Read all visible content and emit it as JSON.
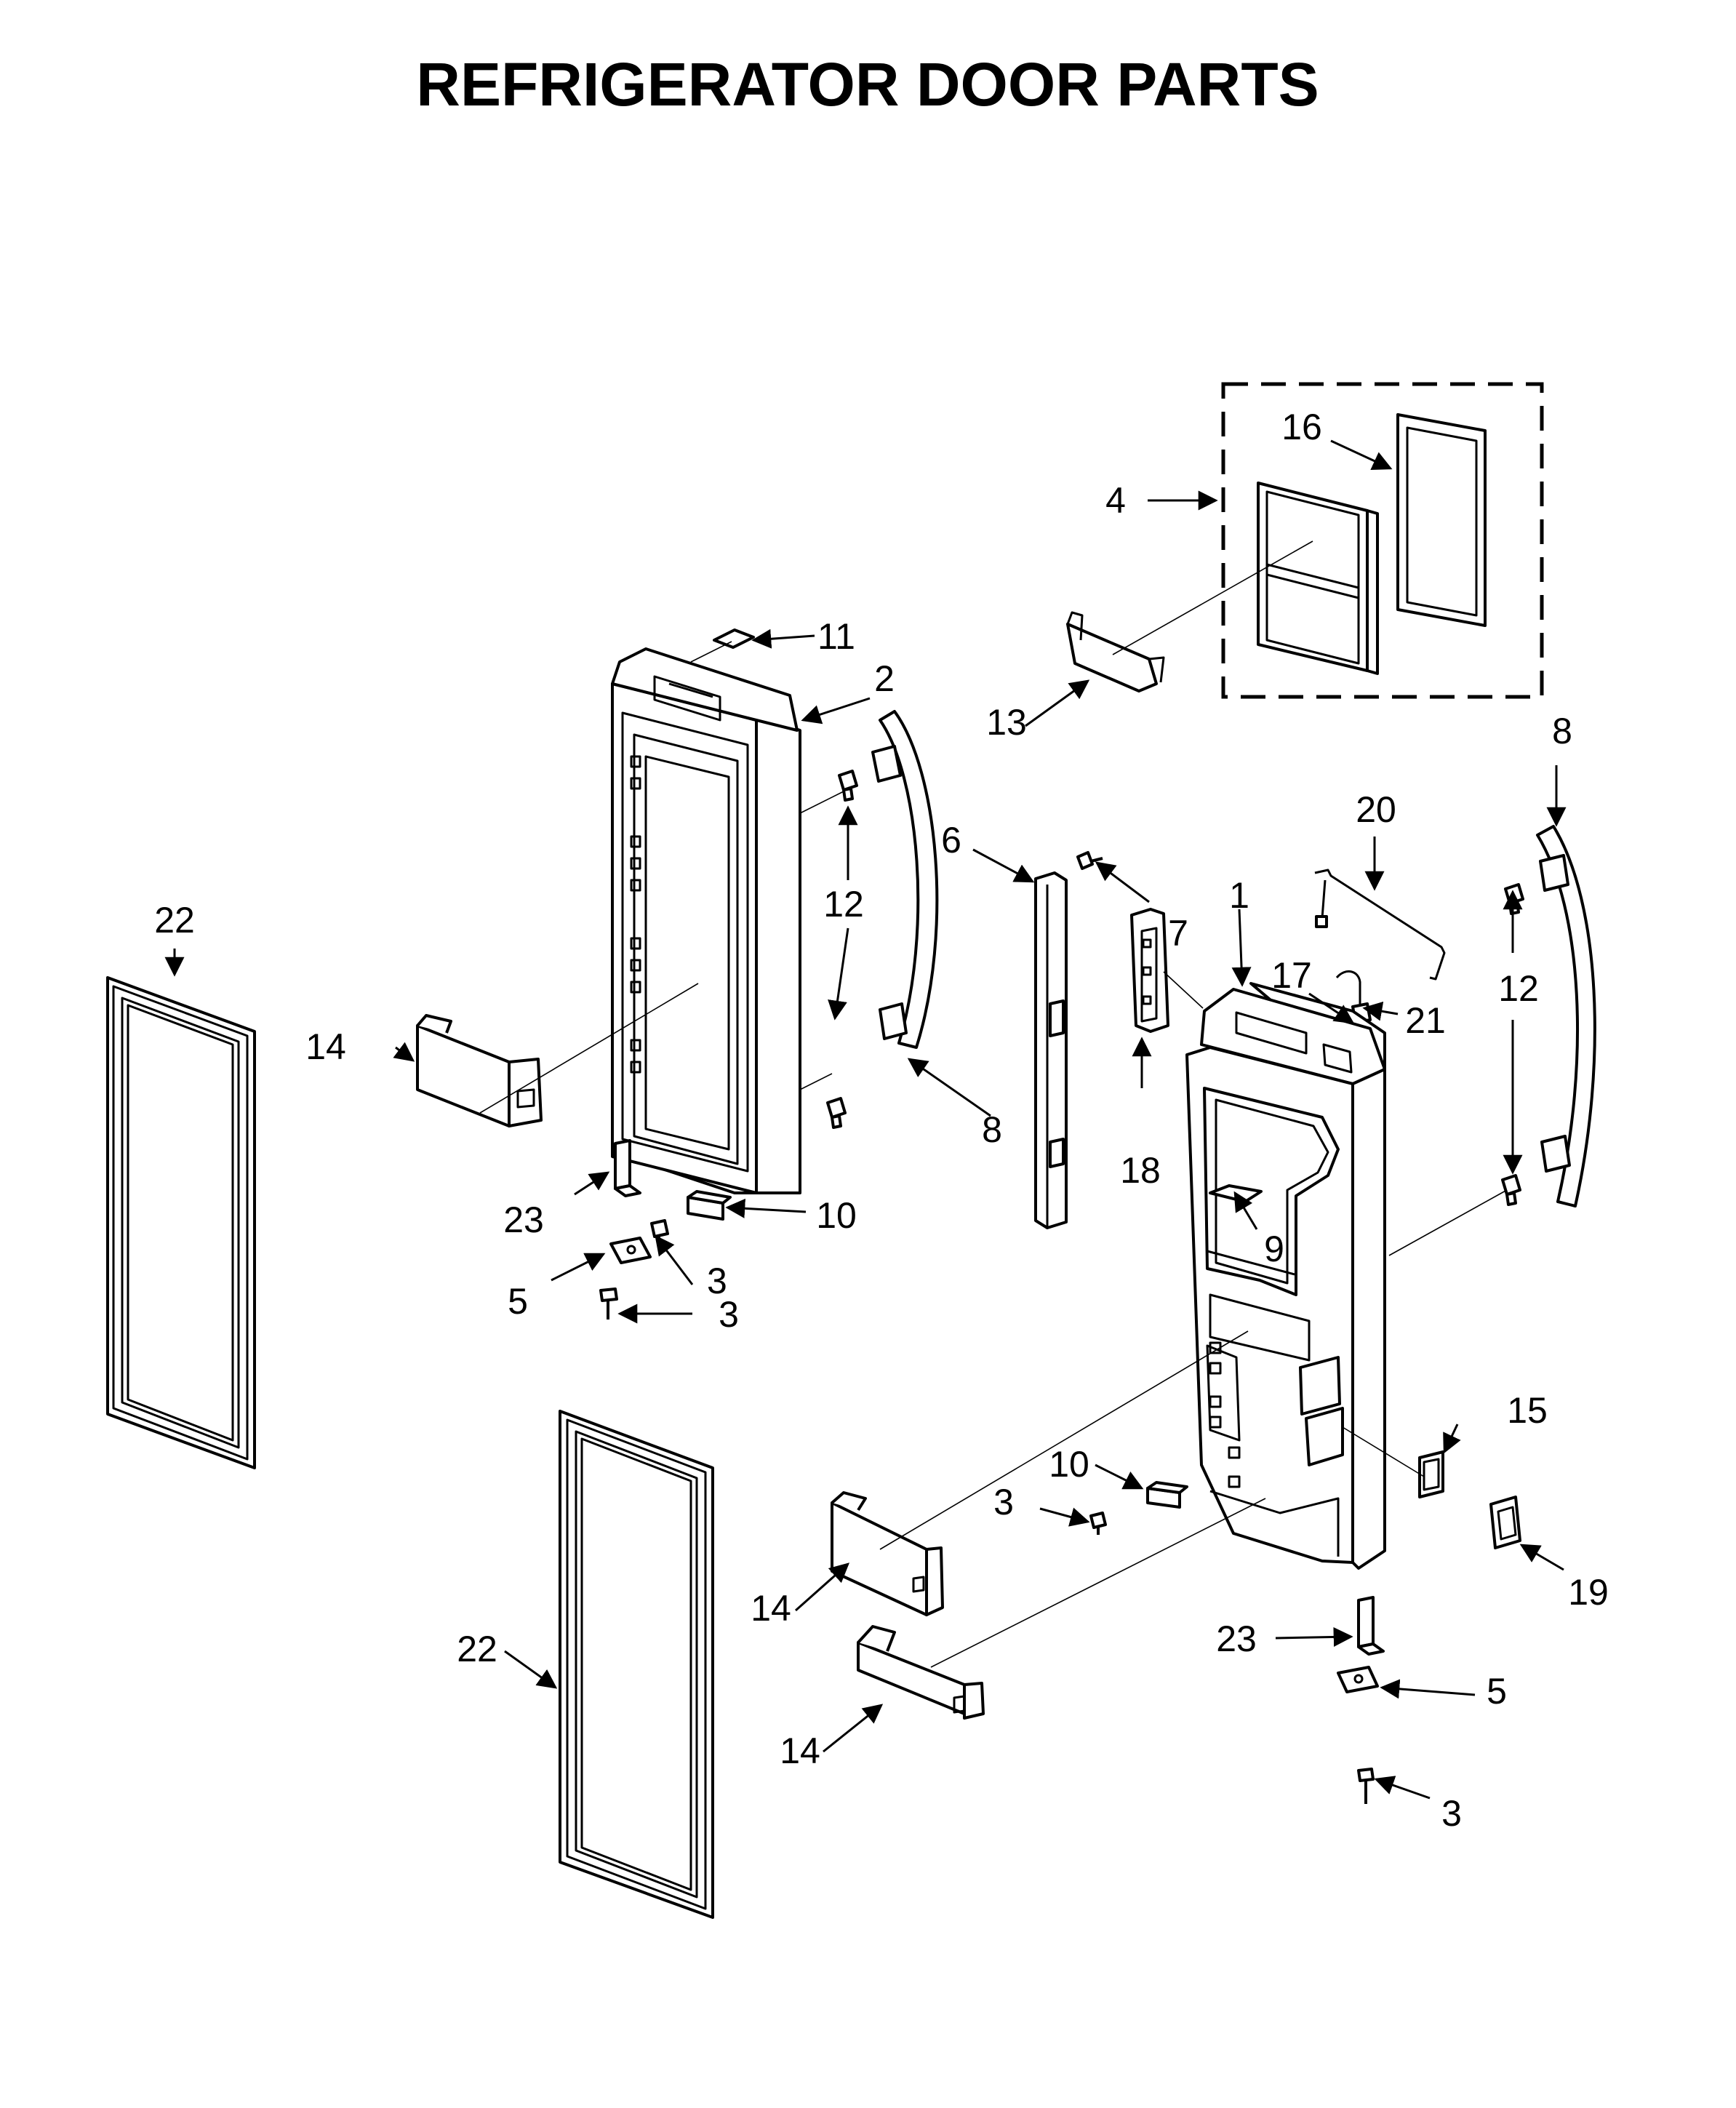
{
  "title": "REFRIGERATOR DOOR PARTS",
  "callouts": [
    {
      "id": "c1",
      "label": "1"
    },
    {
      "id": "c2",
      "label": "2"
    },
    {
      "id": "c3a",
      "label": "3"
    },
    {
      "id": "c3b",
      "label": "3"
    },
    {
      "id": "c3c",
      "label": "3"
    },
    {
      "id": "c3d",
      "label": "3"
    },
    {
      "id": "c4",
      "label": "4"
    },
    {
      "id": "c5a",
      "label": "5"
    },
    {
      "id": "c5b",
      "label": "5"
    },
    {
      "id": "c6",
      "label": "6"
    },
    {
      "id": "c7",
      "label": "7"
    },
    {
      "id": "c8a",
      "label": "8"
    },
    {
      "id": "c8b",
      "label": "8"
    },
    {
      "id": "c9",
      "label": "9"
    },
    {
      "id": "c10a",
      "label": "10"
    },
    {
      "id": "c10b",
      "label": "10"
    },
    {
      "id": "c11",
      "label": "11"
    },
    {
      "id": "c12a",
      "label": "12"
    },
    {
      "id": "c12b",
      "label": "12"
    },
    {
      "id": "c13",
      "label": "13"
    },
    {
      "id": "c14a",
      "label": "14"
    },
    {
      "id": "c14b",
      "label": "14"
    },
    {
      "id": "c14c",
      "label": "14"
    },
    {
      "id": "c15",
      "label": "15"
    },
    {
      "id": "c16",
      "label": "16"
    },
    {
      "id": "c17",
      "label": "17"
    },
    {
      "id": "c18",
      "label": "18"
    },
    {
      "id": "c19",
      "label": "19"
    },
    {
      "id": "c20",
      "label": "20"
    },
    {
      "id": "c21",
      "label": "21"
    },
    {
      "id": "c22a",
      "label": "22"
    },
    {
      "id": "c22b",
      "label": "22"
    },
    {
      "id": "c23a",
      "label": "23"
    },
    {
      "id": "c23b",
      "label": "23"
    }
  ],
  "colors": {
    "ink": "#000000",
    "paper": "#ffffff"
  }
}
